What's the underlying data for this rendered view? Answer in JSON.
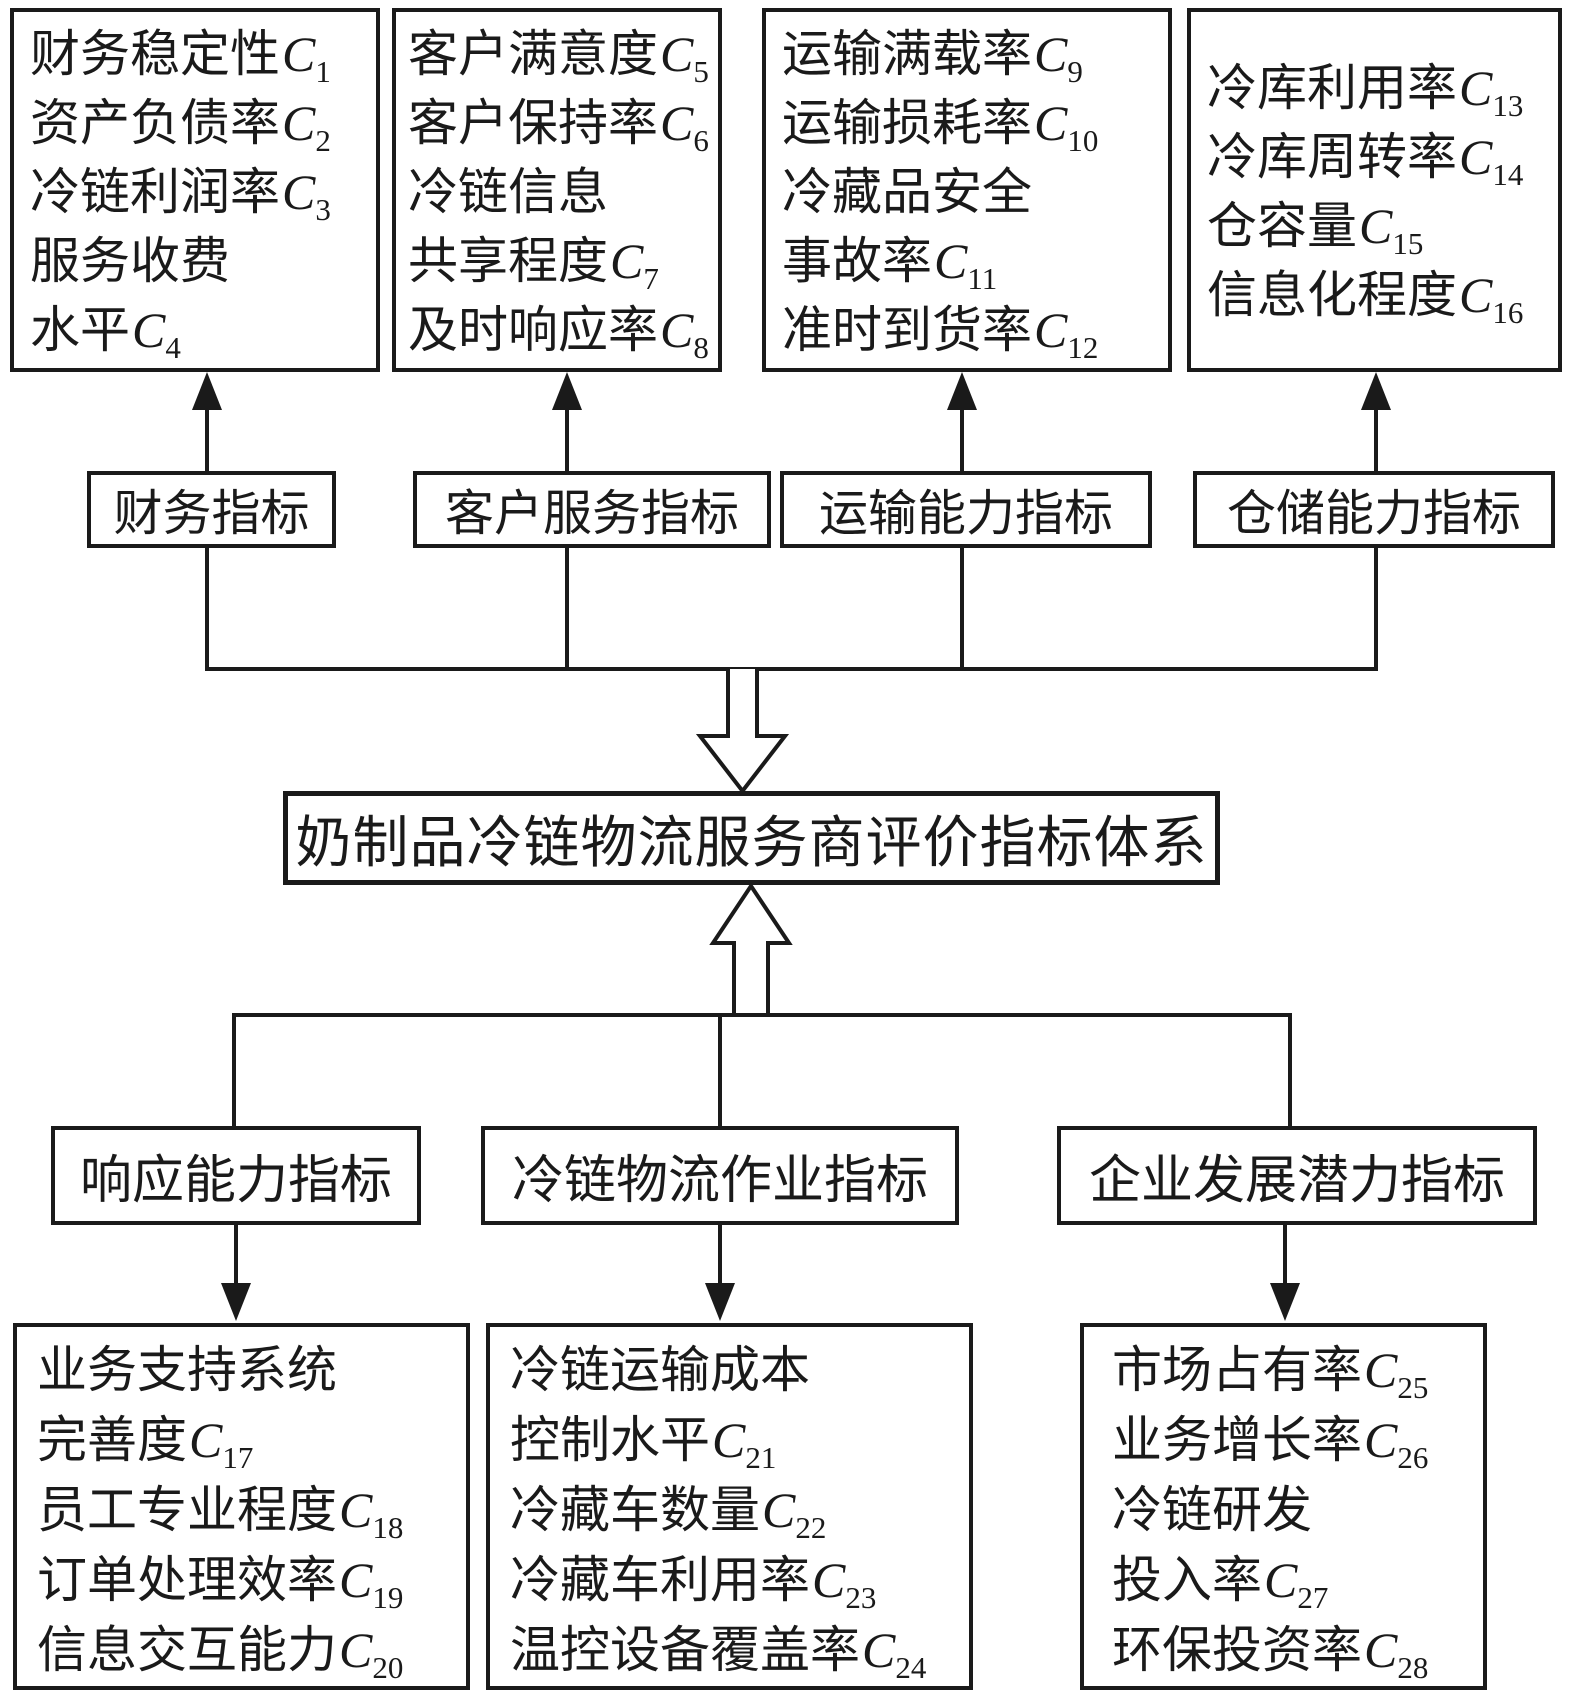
{
  "title": {
    "text": "奶制品冷链物流服务商评价指标体系"
  },
  "top_groups": [
    {
      "id": "financial",
      "label": "财务指标",
      "items": [
        {
          "text": "财务稳定性",
          "var": "C",
          "sub": "1"
        },
        {
          "text": "资产负债率",
          "var": "C",
          "sub": "2"
        },
        {
          "text": "冷链利润率",
          "var": "C",
          "sub": "3"
        },
        {
          "text": "服务收费"
        },
        {
          "text": "水平",
          "var": "C",
          "sub": "4"
        }
      ]
    },
    {
      "id": "customer-service",
      "label": "客户服务指标",
      "items": [
        {
          "text": "客户满意度",
          "var": "C",
          "sub": "5"
        },
        {
          "text": "客户保持率",
          "var": "C",
          "sub": "6"
        },
        {
          "text": "冷链信息"
        },
        {
          "text": "共享程度",
          "var": "C",
          "sub": "7"
        },
        {
          "text": "及时响应率",
          "var": "C",
          "sub": "8"
        }
      ]
    },
    {
      "id": "transport-capacity",
      "label": "运输能力指标",
      "items": [
        {
          "text": "运输满载率",
          "var": "C",
          "sub": "9"
        },
        {
          "text": "运输损耗率",
          "var": "C",
          "sub": "10"
        },
        {
          "text": "冷藏品安全"
        },
        {
          "text": "事故率",
          "var": "C",
          "sub": "11"
        },
        {
          "text": "准时到货率",
          "var": "C",
          "sub": "12"
        }
      ]
    },
    {
      "id": "warehouse-capacity",
      "label": "仓储能力指标",
      "items": [
        {
          "text": "冷库利用率",
          "var": "C",
          "sub": "13"
        },
        {
          "text": "冷库周转率",
          "var": "C",
          "sub": "14"
        },
        {
          "text": "仓容量",
          "var": "C",
          "sub": "15"
        },
        {
          "text": "信息化程度",
          "var": "C",
          "sub": "16"
        }
      ]
    }
  ],
  "bottom_groups": [
    {
      "id": "responsiveness",
      "label": "响应能力指标",
      "items": [
        {
          "text": "业务支持系统"
        },
        {
          "text": "完善度",
          "var": "C",
          "sub": "17"
        },
        {
          "text": "员工专业程度",
          "var": "C",
          "sub": "18"
        },
        {
          "text": "订单处理效率",
          "var": "C",
          "sub": "19"
        },
        {
          "text": "信息交互能力",
          "var": "C",
          "sub": "20"
        }
      ]
    },
    {
      "id": "cold-chain-operations",
      "label": "冷链物流作业指标",
      "items": [
        {
          "text": "冷链运输成本"
        },
        {
          "text": "控制水平",
          "var": "C",
          "sub": "21"
        },
        {
          "text": "冷藏车数量",
          "var": "C",
          "sub": "22"
        },
        {
          "text": "冷藏车利用率",
          "var": "C",
          "sub": "23"
        },
        {
          "text": "温控设备覆盖率",
          "var": "C",
          "sub": "24"
        }
      ]
    },
    {
      "id": "development-potential",
      "label": "企业发展潜力指标",
      "items": [
        {
          "text": "市场占有率",
          "var": "C",
          "sub": "25"
        },
        {
          "text": "业务增长率",
          "var": "C",
          "sub": "26"
        },
        {
          "text": "冷链研发"
        },
        {
          "text": "投入率",
          "var": "C",
          "sub": "27"
        },
        {
          "text": "环保投资率",
          "var": "C",
          "sub": "28"
        }
      ]
    }
  ],
  "colors": {
    "stroke": "#1a1a1a",
    "background": "#ffffff"
  }
}
